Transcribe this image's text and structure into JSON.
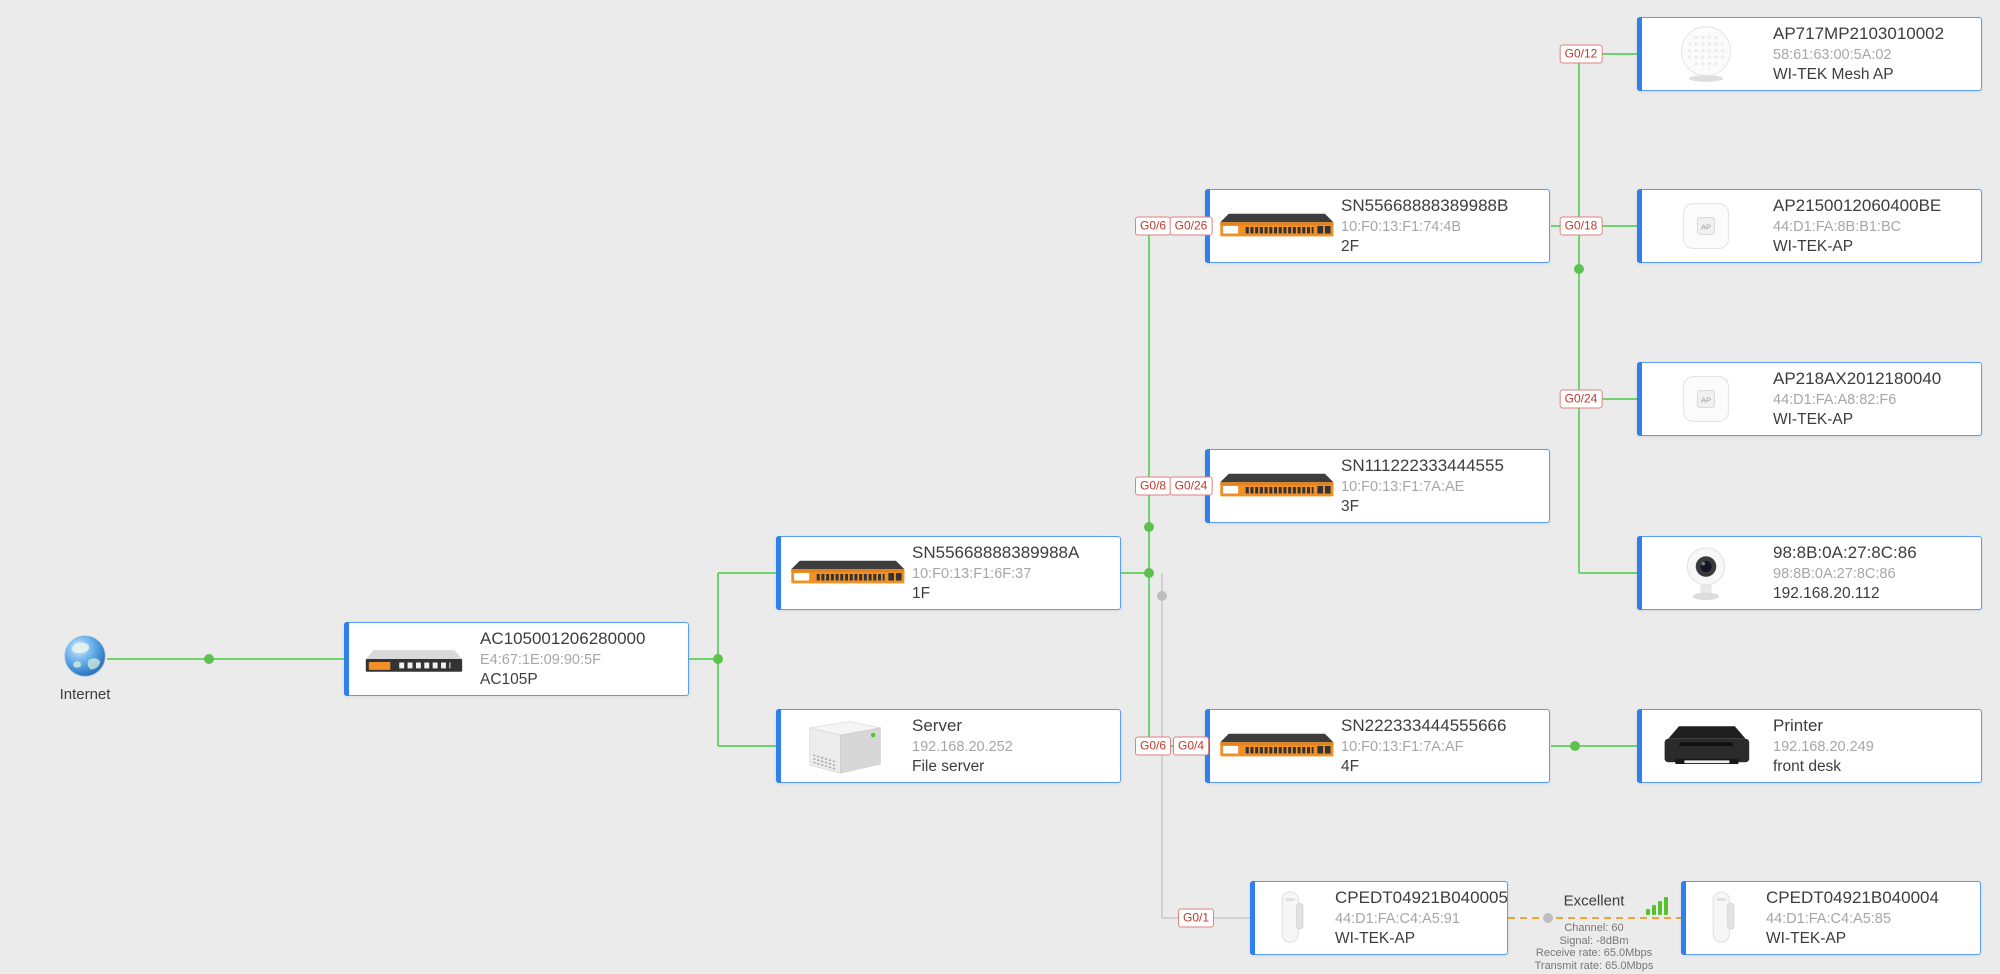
{
  "internet": {
    "label": "Internet"
  },
  "nodes": [
    {
      "name": "AC105001206280000",
      "detail": "E4:67:1E:09:90:5F",
      "label": "AC105P",
      "type": "gateway"
    },
    {
      "name": "SN55668888389988A",
      "detail": "10:F0:13:F1:6F:37",
      "label": "1F",
      "type": "switch"
    },
    {
      "name": "Server",
      "detail": "192.168.20.252",
      "label": "File server",
      "type": "server"
    },
    {
      "name": "SN55668888389988B",
      "detail": "10:F0:13:F1:74:4B",
      "label": "2F",
      "type": "switch"
    },
    {
      "name": "SN111222333444555",
      "detail": "10:F0:13:F1:7A:AE",
      "label": "3F",
      "type": "switch"
    },
    {
      "name": "SN222333444555666",
      "detail": "10:F0:13:F1:7A:AF",
      "label": "4F",
      "type": "switch"
    },
    {
      "name": "AP717MP2103010002",
      "detail": "58:61:63:00:5A:02",
      "label": "WI-TEK Mesh AP",
      "type": "mesh-ap"
    },
    {
      "name": "AP2150012060400BE",
      "detail": "44:D1:FA:8B:B1:BC",
      "label": "WI-TEK-AP",
      "type": "ap"
    },
    {
      "name": "AP218AX2012180040",
      "detail": "44:D1:FA:A8:82:F6",
      "label": "WI-TEK-AP",
      "type": "ap"
    },
    {
      "name": "98:8B:0A:27:8C:86",
      "detail": "98:8B:0A:27:8C:86",
      "label": "192.168.20.112",
      "type": "camera"
    },
    {
      "name": "Printer",
      "detail": "192.168.20.249",
      "label": "front desk",
      "type": "printer"
    },
    {
      "name": "CPEDT04921B040005",
      "detail": "44:D1:FA:C4:A5:91",
      "label": "WI-TEK-AP",
      "type": "cpe"
    },
    {
      "name": "CPEDT04921B040004",
      "detail": "44:D1:FA:C4:A5:85",
      "label": "WI-TEK-AP",
      "type": "cpe"
    }
  ],
  "ports": [
    {
      "label": "G0/12"
    },
    {
      "label": "G0/6"
    },
    {
      "label": "G0/26"
    },
    {
      "label": "G0/18"
    },
    {
      "label": "G0/24"
    },
    {
      "label": "G0/8"
    },
    {
      "label": "G0/24"
    },
    {
      "label": "G0/6"
    },
    {
      "label": "G0/4"
    },
    {
      "label": "G0/1"
    }
  ],
  "wireless_link": {
    "quality": "Excellent",
    "details": [
      "Channel: 60",
      "Signal: -8dBm",
      "Receive rate: 65.0Mbps",
      "Transmit rate: 65.0Mbps"
    ]
  },
  "icons": {
    "gateway": "router-icon",
    "switch": "switch-icon",
    "server": "server-icon",
    "mesh-ap": "mesh-ap-icon",
    "ap": "access-point-icon",
    "camera": "camera-icon",
    "printer": "printer-icon",
    "cpe": "cpe-icon",
    "internet": "internet-globe-icon",
    "signal": "signal-strength-icon"
  },
  "colors": {
    "background": "#ebebeb",
    "card_border": "#5a9cf8",
    "card_accent": "#2f80ed",
    "link_active": "#6fd36f",
    "link_inactive": "#c9c9c9",
    "link_wireless": "#f0a23c",
    "port_badge": "#c0392b",
    "signal_bars": "#57c22d"
  }
}
